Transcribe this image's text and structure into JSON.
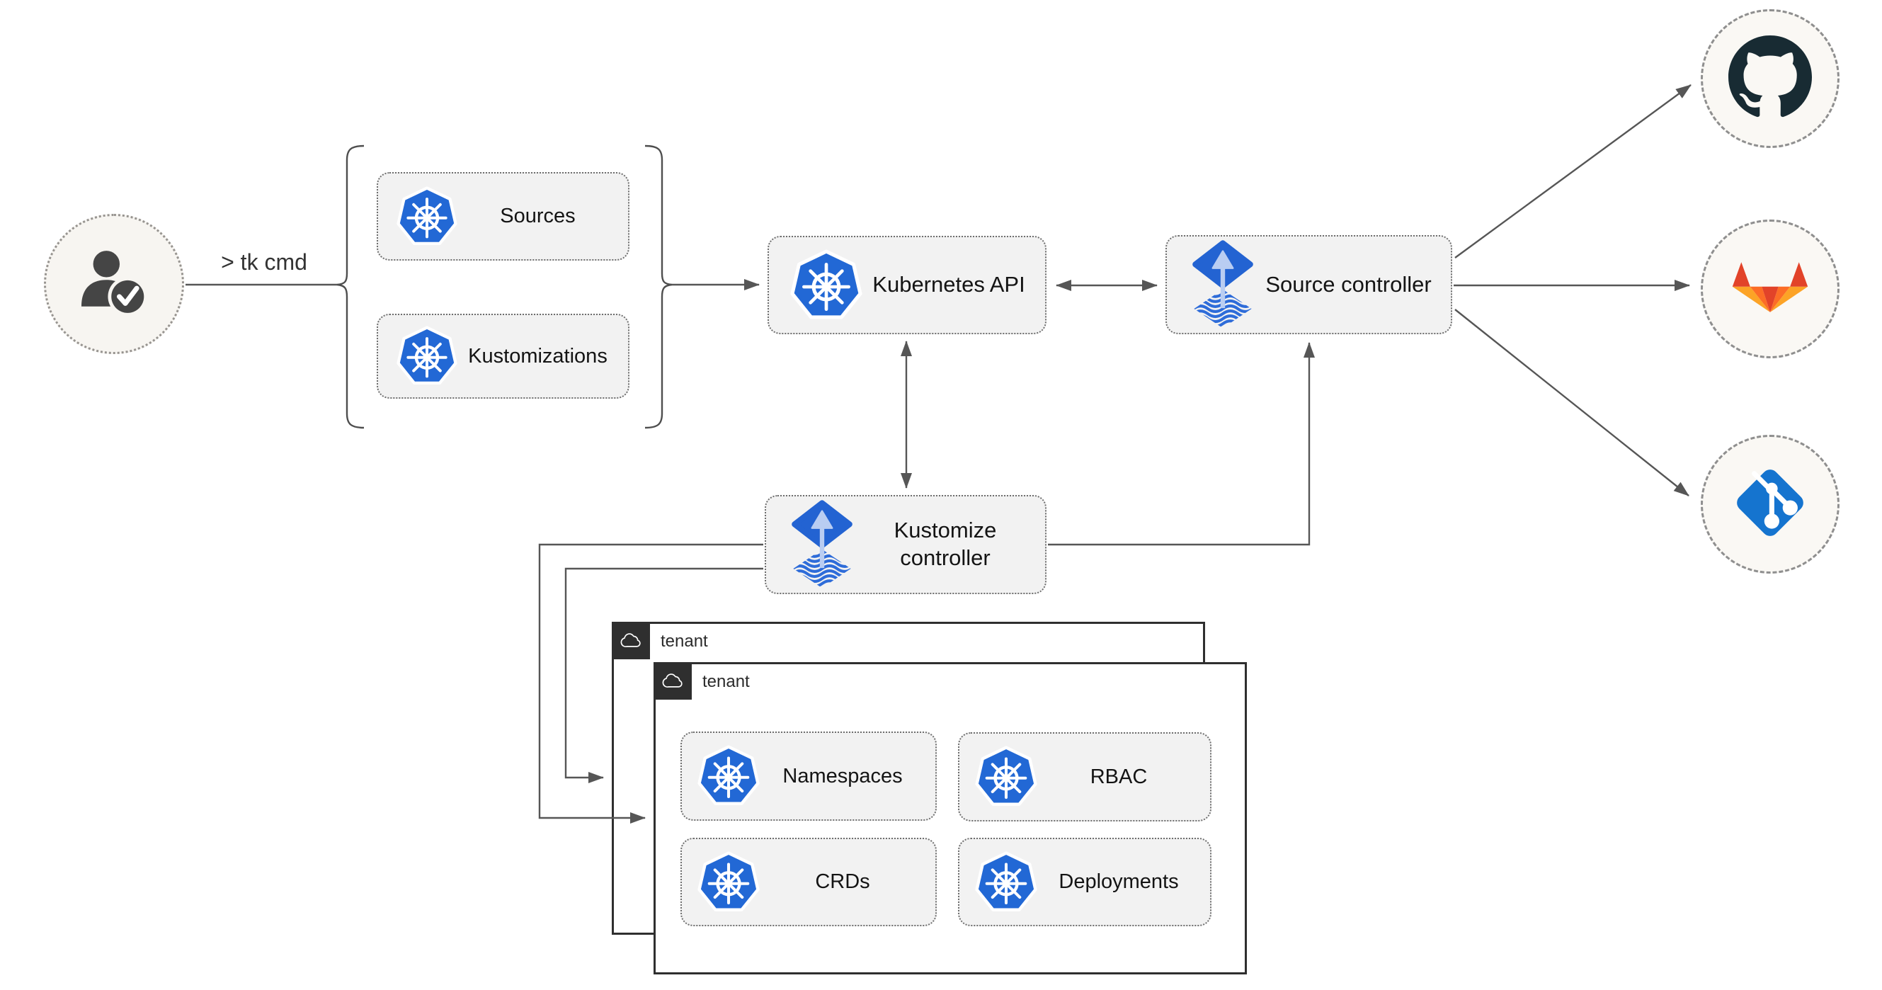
{
  "diagram": {
    "cli_label": "> tk cmd",
    "nodes": {
      "user": {
        "icon": "user-check-icon"
      },
      "sources": {
        "label": "Sources",
        "icon": "kubernetes-icon"
      },
      "kustomizations": {
        "label": "Kustomizations",
        "icon": "kubernetes-icon"
      },
      "kubernetes_api": {
        "label": "Kubernetes API",
        "icon": "kubernetes-icon"
      },
      "source_controller": {
        "label": "Source controller",
        "icon": "flux-icon"
      },
      "kustomize_controller": {
        "label": "Kustomize controller",
        "icon": "flux-icon"
      },
      "tenant_back": {
        "label": "tenant",
        "icon": "cloud-icon"
      },
      "tenant_front": {
        "label": "tenant",
        "icon": "cloud-icon"
      },
      "namespaces": {
        "label": "Namespaces",
        "icon": "kubernetes-icon"
      },
      "rbac": {
        "label": "RBAC",
        "icon": "kubernetes-icon"
      },
      "crds": {
        "label": "CRDs",
        "icon": "kubernetes-icon"
      },
      "deployments": {
        "label": "Deployments",
        "icon": "kubernetes-icon"
      },
      "github": {
        "icon": "github-icon"
      },
      "gitlab": {
        "icon": "gitlab-icon"
      },
      "git": {
        "icon": "git-icon"
      }
    },
    "edges": [
      {
        "from": "user",
        "to": "cli-bracket-group",
        "arrow": "none"
      },
      {
        "from": "cli-bracket-group",
        "to": "kubernetes_api",
        "arrow": "end"
      },
      {
        "from": "kubernetes_api",
        "to": "source_controller",
        "arrow": "both"
      },
      {
        "from": "kubernetes_api",
        "to": "kustomize_controller",
        "arrow": "both"
      },
      {
        "from": "kustomize_controller",
        "to": "source_controller",
        "arrow": "end"
      },
      {
        "from": "kustomize_controller",
        "to": "tenant_front",
        "arrow": "end"
      },
      {
        "from": "kustomize_controller",
        "to": "tenant_back",
        "arrow": "end"
      },
      {
        "from": "source_controller",
        "to": "github",
        "arrow": "end"
      },
      {
        "from": "source_controller",
        "to": "gitlab",
        "arrow": "end"
      },
      {
        "from": "source_controller",
        "to": "git",
        "arrow": "end"
      }
    ],
    "colors": {
      "node_fill": "#f2f2f2",
      "node_border": "#6e6e6e",
      "line_gray": "#565656",
      "kubernetes_blue": "#2268d5",
      "flux_blue": "#2363d2",
      "flux_arrow_light": "#b9cdf2",
      "flux_waves": "#2e6cd9",
      "tenant_dark": "#2f2f2f",
      "github_dark": "#182b33",
      "gitlab_red": "#e24329",
      "gitlab_orange": "#fc6d26",
      "gitlab_light_orange": "#fca326",
      "git_blue": "#1574cf",
      "circle_fill": "#faf8f4"
    }
  }
}
